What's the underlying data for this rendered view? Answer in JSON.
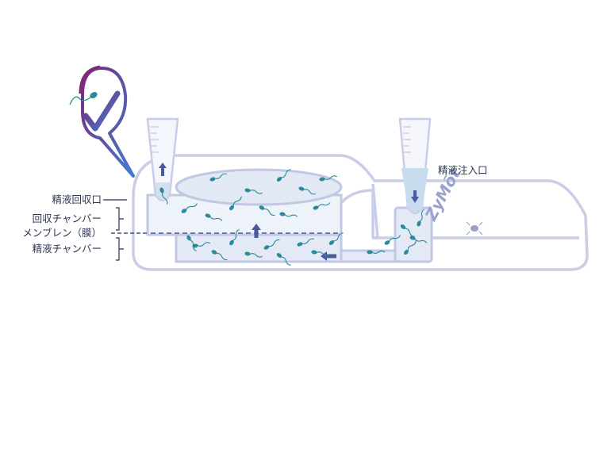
{
  "labels": {
    "outlet": "精液回収口",
    "collection_chamber": "回収チャンバー",
    "membrane": "メンブレン（膜）",
    "semen_chamber": "精液チャンバー",
    "inlet": "精液注入口"
  },
  "logo_text": "ZyMōt",
  "icons": {
    "badge": "sperm-check-badge-icon",
    "pipettes": "pipette-icon",
    "sperm": "sperm-icon",
    "flow_arrows": "arrow-icon"
  },
  "colors": {
    "outline": "#c9cde8",
    "outline_dark": "#aab0d8",
    "liquid": "#dde7f3",
    "sperm": "#2a8a9b",
    "arrow": "#4a5aa0",
    "text": "#2a3552",
    "check_gradient_start": "#7a2a78",
    "check_gradient_end": "#3f7dd1"
  }
}
